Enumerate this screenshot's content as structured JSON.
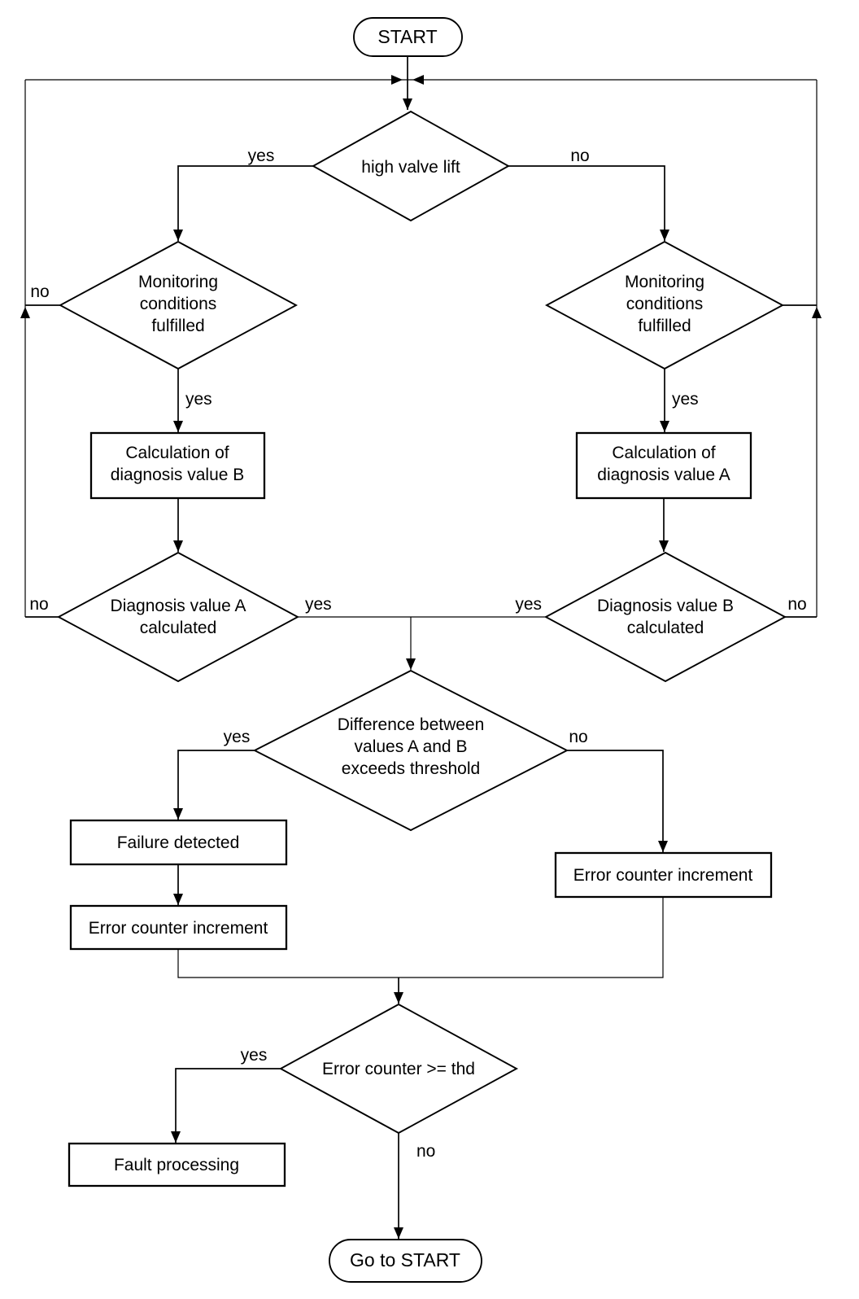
{
  "diagram": {
    "type": "flowchart",
    "background_color": "#ffffff",
    "line_color": "#000000",
    "text_color": "#000000",
    "nodes": {
      "start": {
        "label": "START"
      },
      "high_valve_lift": {
        "label": "high valve lift"
      },
      "monitoring_left": {
        "line1": "Monitoring",
        "line2": "conditions",
        "line3": "fulfilled"
      },
      "monitoring_right": {
        "line1": "Monitoring",
        "line2": "conditions",
        "line3": "fulfilled"
      },
      "calc_b": {
        "line1": "Calculation of",
        "line2": "diagnosis value B"
      },
      "calc_a": {
        "line1": "Calculation of",
        "line2": "diagnosis value A"
      },
      "diag_a_calculated": {
        "line1": "Diagnosis value A",
        "line2": "calculated"
      },
      "diag_b_calculated": {
        "line1": "Diagnosis value B",
        "line2": "calculated"
      },
      "difference": {
        "line1": "Difference between",
        "line2": "values A and B",
        "line3": "exceeds threshold"
      },
      "failure_detected": {
        "label": "Failure detected"
      },
      "error_counter_left": {
        "label": "Error counter increment"
      },
      "error_counter_right": {
        "label": "Error counter increment"
      },
      "error_counter_thd": {
        "label": "Error counter >= thd"
      },
      "fault_processing": {
        "label": "Fault processing"
      },
      "goto_start": {
        "label": "Go to START"
      }
    },
    "edge_labels": {
      "hvl_yes": "yes",
      "hvl_no": "no",
      "mon_left_no": "no",
      "mon_left_yes": "yes",
      "mon_right_yes": "yes",
      "diag_a_no": "no",
      "diag_a_yes": "yes",
      "diag_b_yes": "yes",
      "diag_b_no": "no",
      "diff_yes": "yes",
      "diff_no": "no",
      "thd_yes": "yes",
      "thd_no": "no"
    }
  }
}
